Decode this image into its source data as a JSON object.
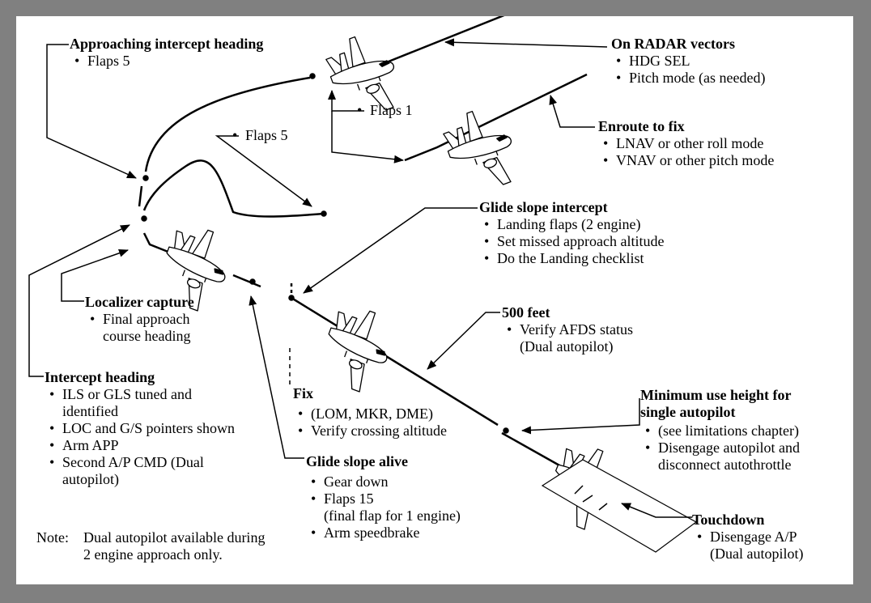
{
  "colors": {
    "frame": "#808080",
    "background": "#ffffff",
    "ink": "#000000"
  },
  "callouts": {
    "approaching_intercept": {
      "heading": "Approaching intercept heading",
      "items": [
        "Flaps 5"
      ]
    },
    "radar_vectors": {
      "heading": "On RADAR vectors",
      "items": [
        "HDG SEL",
        "Pitch mode (as needed)"
      ]
    },
    "flaps1": {
      "items": [
        "Flaps 1"
      ]
    },
    "flaps5_mid": {
      "items": [
        "Flaps 5"
      ]
    },
    "enroute_fix": {
      "heading": "Enroute to fix",
      "items": [
        "LNAV or other roll mode",
        "VNAV or other pitch mode"
      ]
    },
    "glide_slope_intercept": {
      "heading": "Glide slope intercept",
      "items": [
        "Landing flaps (2 engine)",
        "Set missed approach altitude",
        "Do the Landing checklist"
      ]
    },
    "localizer_capture": {
      "heading": "Localizer capture",
      "items": [
        [
          "Final approach",
          "course heading"
        ]
      ]
    },
    "feet500": {
      "heading": "500 feet",
      "items": [
        [
          "Verify AFDS status",
          "(Dual autopilot)"
        ]
      ]
    },
    "intercept_heading": {
      "heading": "Intercept heading",
      "items": [
        [
          "ILS or GLS tuned and",
          "identified"
        ],
        "LOC and G/S pointers shown",
        "Arm APP",
        [
          "Second A/P CMD (Dual",
          "autopilot)"
        ]
      ]
    },
    "fix": {
      "heading": "Fix",
      "items": [
        "(LOM, MKR, DME)",
        "Verify crossing altitude"
      ]
    },
    "min_use_height": {
      "heading": [
        "Minimum use height for",
        "single autopilot"
      ],
      "items": [
        "(see limitations chapter)",
        [
          "Disengage autopilot and",
          "disconnect autothrottle"
        ]
      ]
    },
    "glide_slope_alive": {
      "heading": "Glide slope alive",
      "items": [
        "Gear down",
        [
          "Flaps 15",
          "(final flap for 1 engine)"
        ],
        "Arm speedbrake"
      ]
    },
    "touchdown": {
      "heading": "Touchdown",
      "items": [
        [
          "Disengage A/P",
          "(Dual autopilot)"
        ]
      ]
    }
  },
  "note": {
    "label": "Note:",
    "lines": [
      "Dual autopilot available during",
      "2 engine approach only."
    ]
  }
}
